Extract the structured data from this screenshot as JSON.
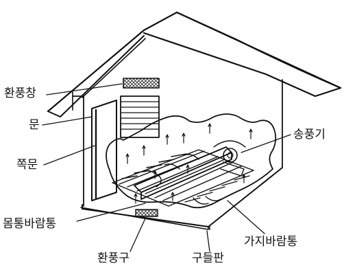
{
  "labels": {
    "vent_window": "환풍창",
    "door": "문",
    "small_door": "쪽문",
    "main_duct": "몸통바람통",
    "vent_hole": "환풍구",
    "floor_board": "구들판",
    "branch_duct": "가지바람통",
    "blower": "송풍기"
  }
}
